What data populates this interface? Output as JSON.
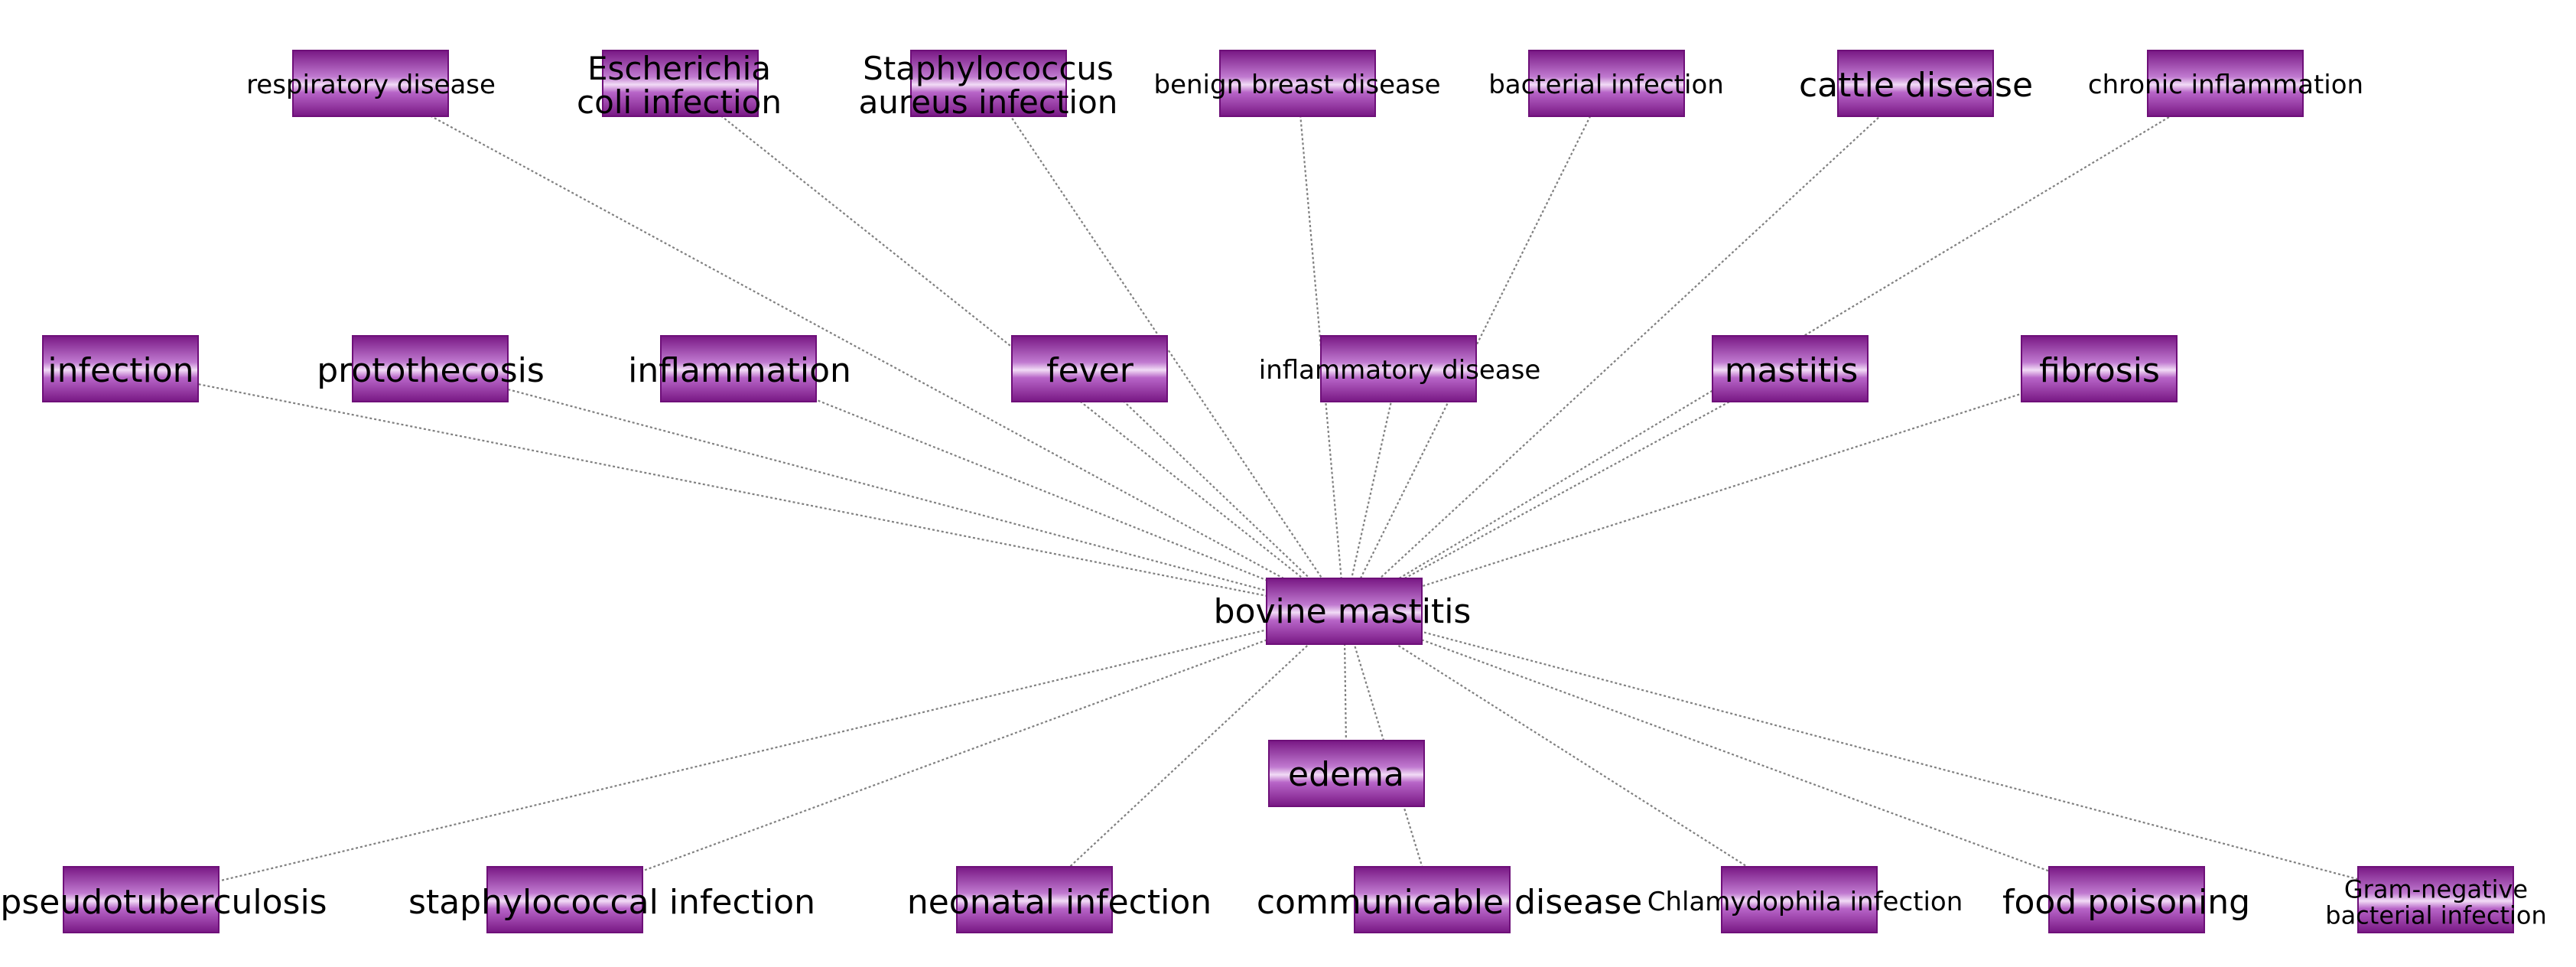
{
  "diagram": {
    "line_color": "#808080",
    "node_color": "#a040b0",
    "nodes": [
      {
        "id": "center",
        "lines": [
          "bovine mastitis"
        ]
      },
      {
        "id": "resp",
        "lines": [
          "respiratory disease"
        ]
      },
      {
        "id": "ecoli",
        "lines": [
          "Escherichia",
          "coli infection"
        ]
      },
      {
        "id": "staph-aureus",
        "lines": [
          "Staphylococcus",
          "aureus infection"
        ]
      },
      {
        "id": "benign",
        "lines": [
          "benign breast disease"
        ]
      },
      {
        "id": "bact",
        "lines": [
          "bacterial infection"
        ]
      },
      {
        "id": "cattle",
        "lines": [
          "cattle disease"
        ]
      },
      {
        "id": "chronic",
        "lines": [
          "chronic inflammation"
        ]
      },
      {
        "id": "infection",
        "lines": [
          "infection"
        ]
      },
      {
        "id": "protothecosis",
        "lines": [
          "protothecosis"
        ]
      },
      {
        "id": "inflammation",
        "lines": [
          "inflammation"
        ]
      },
      {
        "id": "fever",
        "lines": [
          "fever"
        ]
      },
      {
        "id": "inflam-disease",
        "lines": [
          "inflammatory disease"
        ]
      },
      {
        "id": "mastitis",
        "lines": [
          "mastitis"
        ]
      },
      {
        "id": "fibrosis",
        "lines": [
          "fibrosis"
        ]
      },
      {
        "id": "edema",
        "lines": [
          "edema"
        ]
      },
      {
        "id": "pseudo",
        "lines": [
          "pseudotuberculosis"
        ]
      },
      {
        "id": "staph-inf",
        "lines": [
          "staphylococcal infection"
        ]
      },
      {
        "id": "neonatal",
        "lines": [
          "neonatal infection"
        ]
      },
      {
        "id": "communicable",
        "lines": [
          "communicable disease"
        ]
      },
      {
        "id": "chlamydophila",
        "lines": [
          "Chlamydophila infection"
        ]
      },
      {
        "id": "food",
        "lines": [
          "food poisoning"
        ]
      },
      {
        "id": "gramneg",
        "lines": [
          "Gram-negative",
          "bacterial infection"
        ]
      }
    ],
    "edges": [
      [
        "center",
        "resp"
      ],
      [
        "center",
        "ecoli"
      ],
      [
        "center",
        "staph-aureus"
      ],
      [
        "center",
        "benign"
      ],
      [
        "center",
        "bact"
      ],
      [
        "center",
        "cattle"
      ],
      [
        "center",
        "chronic"
      ],
      [
        "center",
        "infection"
      ],
      [
        "center",
        "protothecosis"
      ],
      [
        "center",
        "inflammation"
      ],
      [
        "center",
        "fever"
      ],
      [
        "center",
        "inflam-disease"
      ],
      [
        "center",
        "mastitis"
      ],
      [
        "center",
        "fibrosis"
      ],
      [
        "center",
        "edema"
      ],
      [
        "center",
        "pseudo"
      ],
      [
        "center",
        "staph-inf"
      ],
      [
        "center",
        "neonatal"
      ],
      [
        "center",
        "communicable"
      ],
      [
        "center",
        "chlamydophila"
      ],
      [
        "center",
        "food"
      ],
      [
        "center",
        "gramneg"
      ]
    ]
  }
}
